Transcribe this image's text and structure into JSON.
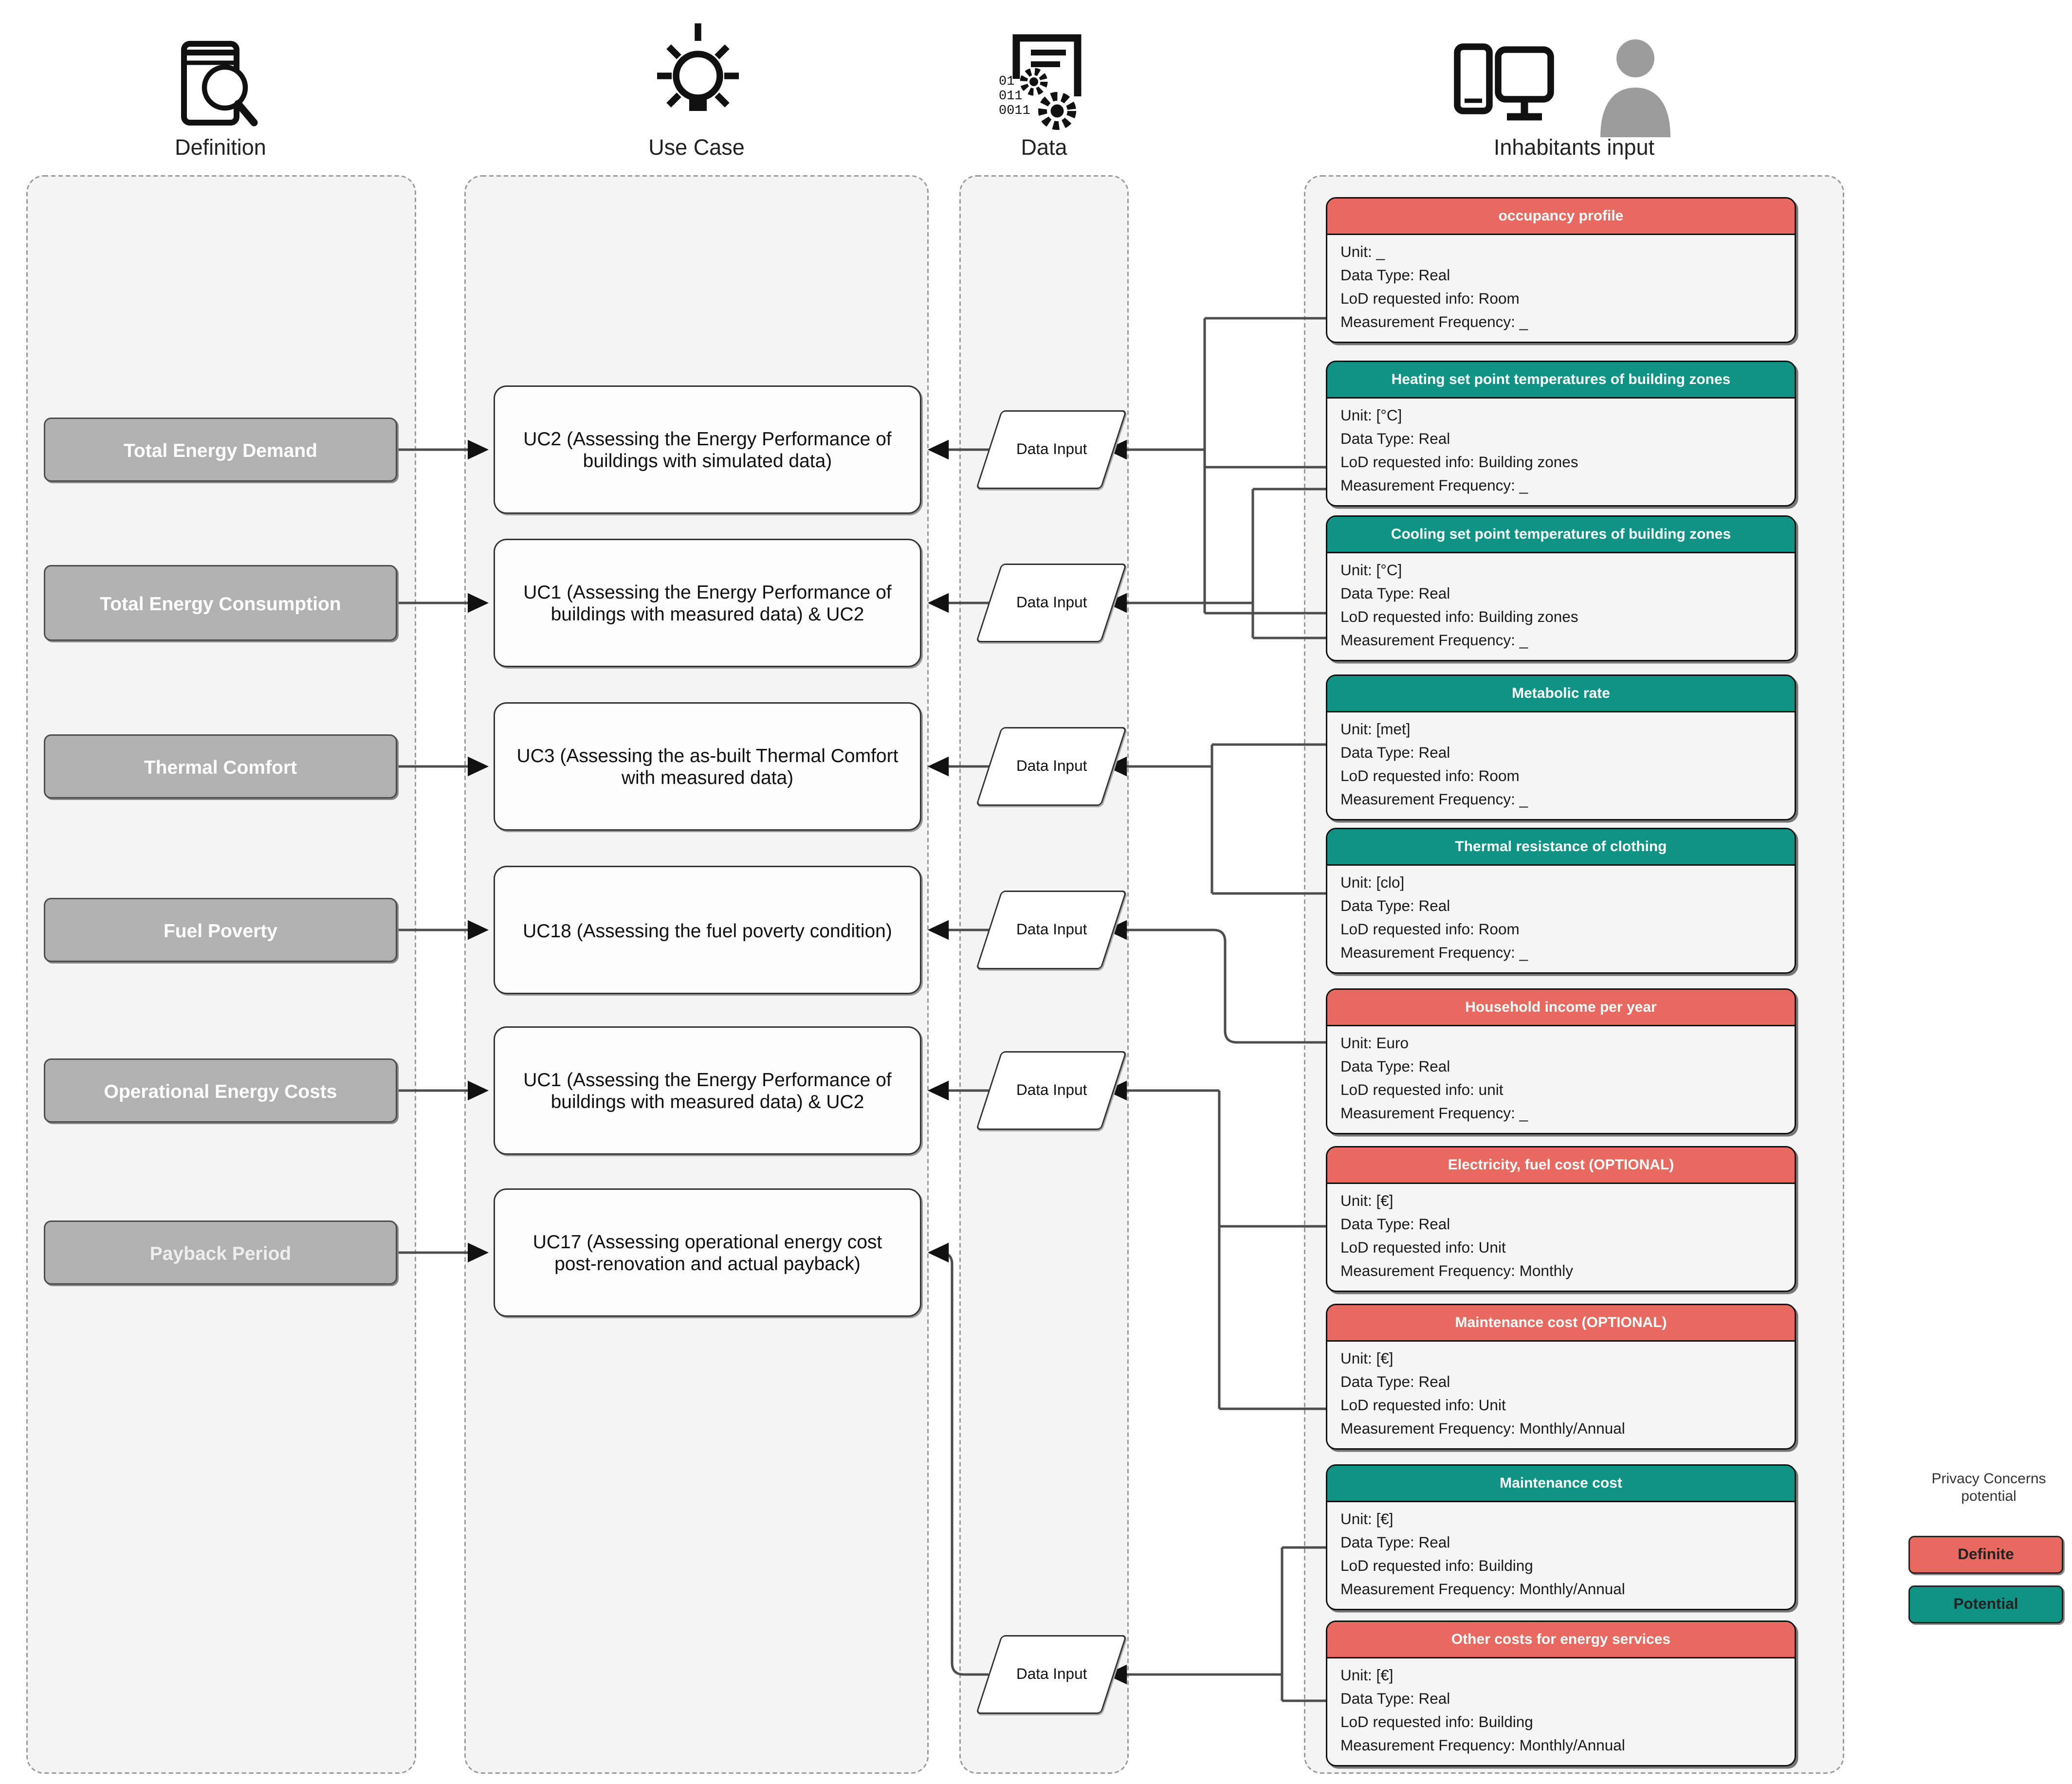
{
  "columns": {
    "definition": {
      "label": "Definition"
    },
    "use_case": {
      "label": "Use Case"
    },
    "data": {
      "label": "Data"
    },
    "inhabitants": {
      "label": "Inhabitants input"
    }
  },
  "definitions": [
    "Total Energy Demand",
    "Total Energy Consumption",
    "Thermal Comfort",
    "Fuel Poverty",
    "Operational Energy Costs",
    "Payback Period"
  ],
  "use_cases": [
    "UC2 (Assessing the Energy Performance of buildings with simulated data)",
    "UC1 (Assessing the Energy Performance of buildings with measured data) & UC2",
    "UC3 (Assessing the as-built Thermal Comfort with measured data)",
    "UC18 (Assessing the fuel poverty condition)",
    "UC1 (Assessing the Energy Performance of buildings with measured data) & UC2",
    "UC17 (Assessing operational energy cost post-renovation and actual payback)"
  ],
  "data_input_label": "Data Input",
  "inhabitants": {
    "cards": [
      {
        "title": "occupancy profile",
        "concern": "definite",
        "lines": [
          "Unit: _",
          "Data Type: Real",
          "LoD requested info: Room",
          "Measurement Frequency: _"
        ]
      },
      {
        "title": "Heating set point temperatures of building zones",
        "concern": "potential",
        "lines": [
          "Unit: [°C]",
          "Data Type: Real",
          "LoD requested info: Building zones",
          "Measurement Frequency: _"
        ]
      },
      {
        "title": "Cooling set point temperatures of building zones",
        "concern": "potential",
        "lines": [
          "Unit: [°C]",
          "Data Type: Real",
          "LoD requested info: Building zones",
          "Measurement Frequency: _"
        ]
      },
      {
        "title": "Metabolic rate",
        "concern": "potential",
        "lines": [
          "Unit: [met]",
          "Data Type: Real",
          "LoD requested info: Room",
          "Measurement Frequency: _"
        ]
      },
      {
        "title": "Thermal resistance of clothing",
        "concern": "potential",
        "lines": [
          "Unit: [clo]",
          "Data Type: Real",
          "LoD requested info: Room",
          "Measurement Frequency: _"
        ]
      },
      {
        "title": "Household income per year",
        "concern": "definite",
        "lines": [
          "Unit: Euro",
          "Data Type: Real",
          "LoD requested info: unit",
          "Measurement Frequency: _"
        ]
      },
      {
        "title": "Electricity, fuel cost (OPTIONAL)",
        "concern": "definite",
        "lines": [
          "Unit: [€]",
          "Data Type: Real",
          "LoD requested info: Unit",
          "Measurement Frequency: Monthly"
        ]
      },
      {
        "title": "Maintenance cost (OPTIONAL)",
        "concern": "definite",
        "lines": [
          "Unit: [€]",
          "Data Type: Real",
          "LoD requested info: Unit",
          "Measurement Frequency: Monthly/Annual"
        ]
      },
      {
        "title": "Maintenance cost",
        "concern": "potential",
        "lines": [
          "Unit: [€]",
          "Data Type: Real",
          "LoD requested info: Building",
          "Measurement Frequency: Monthly/Annual"
        ]
      },
      {
        "title": "Other costs for energy services",
        "concern": "definite",
        "lines": [
          "Unit: [€]",
          "Data Type: Real",
          "LoD requested info: Building",
          "Measurement Frequency: Monthly/Annual"
        ]
      }
    ]
  },
  "legend": {
    "title_line1": "Privacy Concerns",
    "title_line2": "potential",
    "items": [
      {
        "label": "Definite",
        "color": "#e8695f"
      },
      {
        "label": "Potential",
        "color": "#0e9384"
      }
    ]
  },
  "colors": {
    "definite": "#e8695f",
    "potential": "#0e9384",
    "definition_box": "#b1b1b1",
    "wire": "#4d4d4d"
  }
}
